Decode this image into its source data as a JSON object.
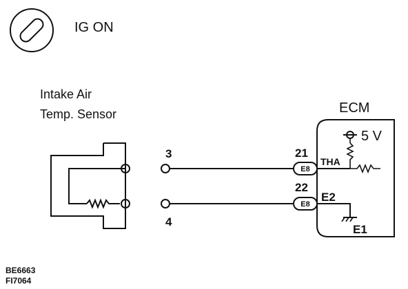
{
  "ignition": {
    "label": "IG ON"
  },
  "sensor": {
    "line1": "Intake Air",
    "line2": "Temp. Sensor"
  },
  "ecm": {
    "title": "ECM",
    "supply": "5 V",
    "pin_tha_label": "THA",
    "pin_e2_label": "E2",
    "ground_label": "E1"
  },
  "connector": {
    "pin_21": "21",
    "pin_22": "22",
    "tag_top": "E8",
    "tag_bottom": "E8"
  },
  "terminals": {
    "t3": "3",
    "t4": "4"
  },
  "footer": {
    "code1": "BE6663",
    "code2": "FI7064"
  }
}
